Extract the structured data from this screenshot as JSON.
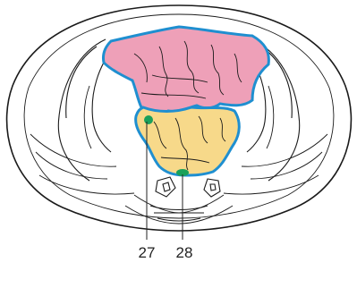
{
  "figure": {
    "labels": [
      {
        "id": "27",
        "text": "27"
      },
      {
        "id": "28",
        "text": "28"
      }
    ],
    "colors": {
      "outline": "#1a1a1a",
      "region_upper_fill": "#eea0b8",
      "region_lower_fill": "#f7d98a",
      "region_border": "#1f8fd0",
      "point_marker": "#1aa05a",
      "leader_line": "#222222"
    }
  }
}
